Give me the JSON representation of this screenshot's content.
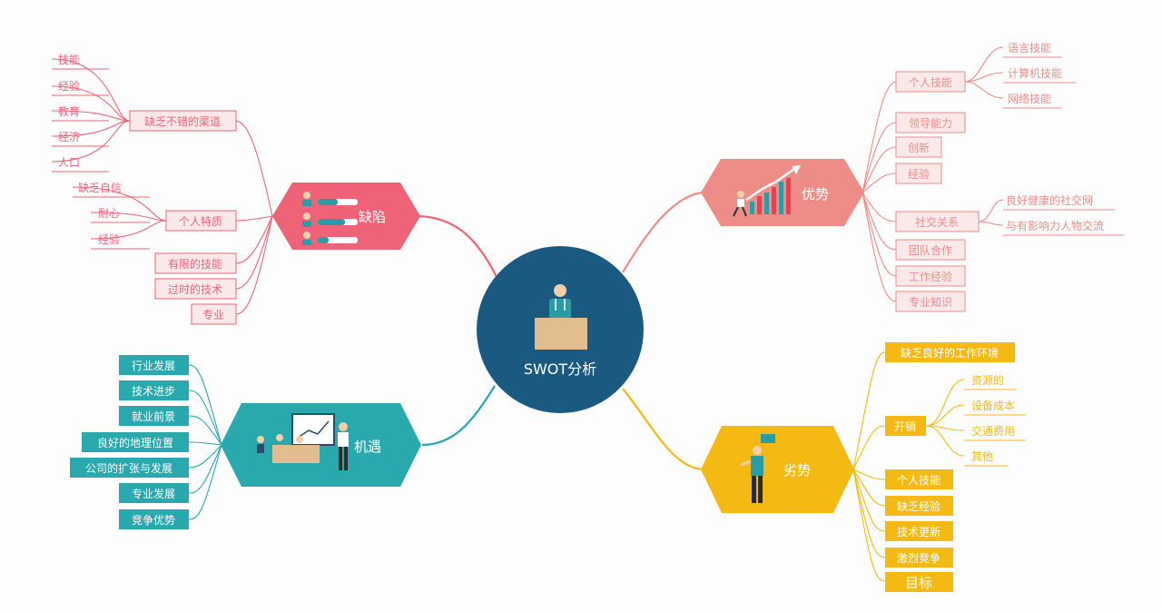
{
  "center": {
    "label": "SWOT分析"
  },
  "colors": {
    "center": "#1b5a80",
    "weak": "#ee6377",
    "strong": "#ee8c87",
    "opp": "#29a8ad",
    "threat": "#f5b914",
    "light": "#fbe9ea",
    "skin": "#f1cfa8",
    "desk": "#e2bd8f"
  },
  "weaknesses": {
    "label": "缺陷",
    "groups": [
      {
        "label": "缺乏不错的渠道",
        "items": [
          "技能",
          "经验",
          "教育",
          "经济",
          "人口"
        ]
      },
      {
        "label": "个人特质",
        "items": [
          "缺乏自信",
          "耐心",
          "经验"
        ]
      }
    ],
    "items": [
      "有限的技能",
      "过时的技术",
      "专业"
    ]
  },
  "strengths": {
    "label": "优势",
    "groups": [
      {
        "label": "个人技能",
        "items": [
          "语言技能",
          "计算机技能",
          "网络技能"
        ]
      },
      {
        "label": "社交关系",
        "items": [
          "良好健康的社交网",
          "与有影响力人物交流"
        ]
      }
    ],
    "items": [
      "领导能力",
      "创新",
      "经验",
      "团队合作",
      "工作经验",
      "专业知识"
    ]
  },
  "opportunities": {
    "label": "机遇",
    "items": [
      "行业发展",
      "技术进步",
      "就业前景",
      "良好的地理位置",
      "公司的扩张与发展",
      "专业发展",
      "竞争优势"
    ]
  },
  "threats": {
    "label": "劣势",
    "groups": [
      {
        "label": "开销",
        "items": [
          "资源的",
          "设备成本",
          "交通费用",
          "其他"
        ]
      }
    ],
    "items": [
      "缺乏良好的工作环境",
      "个人技能",
      "缺乏经验",
      "技术更新",
      "激烈竞争",
      "目标"
    ]
  }
}
